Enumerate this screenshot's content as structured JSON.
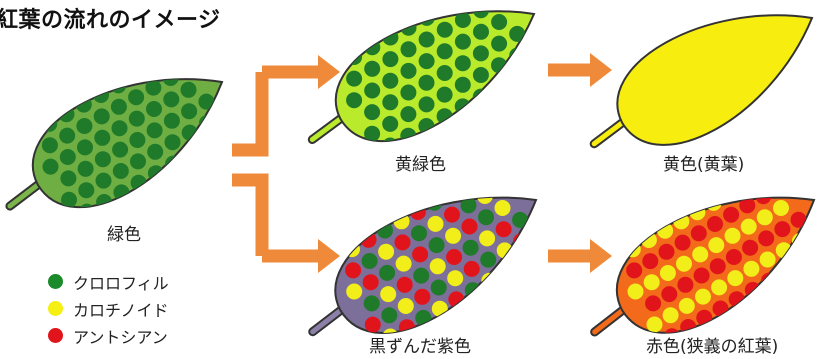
{
  "title": "紅葉の流れのイメージ",
  "legend": [
    {
      "label": "クロロフィル",
      "color": "#1a8a2a"
    },
    {
      "label": "カロチノイド",
      "color": "#f5ef12"
    },
    {
      "label": "アントシアン",
      "color": "#e2141b"
    }
  ],
  "leaves": {
    "green": {
      "label": "緑色",
      "fill": "#6fae43",
      "dots": [
        "#1f7a2a",
        "#f2ee1a"
      ]
    },
    "yellow_green": {
      "label": "黄緑色",
      "fill": "#b9ea2c",
      "dots": [
        "#1f7a2a",
        "#f2ee1a"
      ]
    },
    "yellow": {
      "label": "黄色(黄葉)",
      "fill": "#f7ee10"
    },
    "dark_purple": {
      "label": "黒ずんだ紫色",
      "fill": "#7c6f9a",
      "dots": [
        "#1f7a2a",
        "#f2ee1a",
        "#e2141b"
      ]
    },
    "red": {
      "label": "赤色(狭義の紅葉)",
      "fill": "#f26a1a",
      "dots": [
        "#f2ee1a",
        "#e2141b"
      ]
    }
  },
  "arrow_color": "#ef8a3a"
}
